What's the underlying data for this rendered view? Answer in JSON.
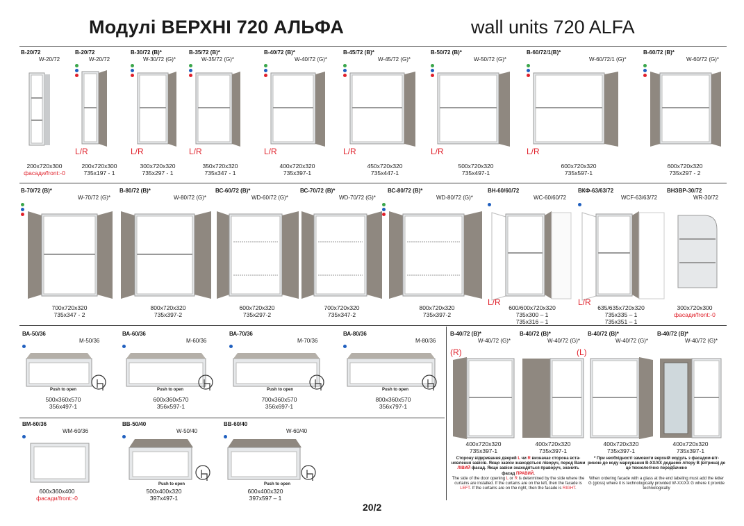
{
  "header": {
    "title_ua": "Модулі ВЕРХНІ 720 АЛЬФА",
    "title_en": "wall units 720 ALFA"
  },
  "row1": [
    {
      "code": "В-20/72",
      "intl": "W-20/72",
      "dims": [
        "200x720x300"
      ],
      "front": "фасади/front:-0"
    },
    {
      "code": "В-20/72",
      "intl": "W-20/72",
      "dims": [
        "200x720x300",
        "735x197 - 1"
      ],
      "lr": "L/R"
    },
    {
      "code": "В-30/72 (В)*",
      "intl": "W-30/72 (G)*",
      "dims": [
        "300x720x320",
        "735x297 - 1"
      ],
      "lr": "L/R"
    },
    {
      "code": "В-35/72 (В)*",
      "intl": "W-35/72 (G)*",
      "dims": [
        "350x720x320",
        "735x347 - 1"
      ],
      "lr": "L/R"
    },
    {
      "code": "В-40/72 (В)*",
      "intl": "W-40/72 (G)*",
      "dims": [
        "400x720x320",
        "735x397-1"
      ],
      "lr": "L/R"
    },
    {
      "code": "В-45/72 (В)*",
      "intl": "W-45/72 (G)*",
      "dims": [
        "450x720x320",
        "735x447-1"
      ],
      "lr": "L/R"
    },
    {
      "code": "В-50/72 (В)*",
      "intl": "W-50/72 (G)*",
      "dims": [
        "500x720x320",
        "735x497-1"
      ],
      "lr": "L/R"
    },
    {
      "code": "В-60/72/1(В)*",
      "intl": "W-60/72/1 (G)*",
      "dims": [
        "600x720x320",
        "735x597-1"
      ],
      "lr": "L/R"
    },
    {
      "code": "В-60/72 (В)*",
      "intl": "W-60/72 (G)*",
      "dims": [
        "600x720x320",
        "735x297 - 2"
      ]
    }
  ],
  "row2": [
    {
      "code": "В-70/72 (В)*",
      "intl": "W-70/72 (G)*",
      "dims": [
        "700x720x320",
        "735x347 - 2"
      ]
    },
    {
      "code": "В-80/72 (В)*",
      "intl": "W-80/72 (G)*",
      "dims": [
        "800x720x320",
        "735x397-2"
      ]
    },
    {
      "code": "ВС-60/72 (В)*",
      "intl": "WD-60/72 (G)*",
      "dims": [
        "600x720x320",
        "735x297-2"
      ]
    },
    {
      "code": "ВС-70/72 (В)*",
      "intl": "WD-70/72 (G)*",
      "dims": [
        "700x720x320",
        "735x347-2"
      ]
    },
    {
      "code": "ВС-80/72 (В)*",
      "intl": "WD-80/72 (G)*",
      "dims": [
        "800x720x320",
        "735x397-2"
      ]
    },
    {
      "code": "ВН-60/60/72",
      "intl": "WC-60/60/72",
      "dims": [
        "600/600x720x320",
        "735x300 – 1",
        "735x316 – 1"
      ],
      "lr": "L/R"
    },
    {
      "code": "ВКФ-63/63/72",
      "intl": "WCF-63/63/72",
      "dims": [
        "635/635x720x320",
        "735x335 – 1",
        "735x351 – 1"
      ],
      "lr": "L/R"
    },
    {
      "code": "ВНЗВР-30/72",
      "intl": "WR-30/72",
      "dims": [
        "300x720x300"
      ],
      "front": "фасади/front:-0"
    }
  ],
  "row3": [
    {
      "code": "ВА-50/36",
      "intl": "M-50/36",
      "dims": [
        "500x360x570",
        "356x497-1"
      ],
      "push": "Push to open"
    },
    {
      "code": "ВА-60/36",
      "intl": "M-60/36",
      "dims": [
        "600x360x570",
        "356x597-1"
      ],
      "push": "Push to open"
    },
    {
      "code": "ВА-70/36",
      "intl": "M-70/36",
      "dims": [
        "700x360x570",
        "356x697-1"
      ],
      "push": "Push to open"
    },
    {
      "code": "ВА-80/36",
      "intl": "M-80/36",
      "dims": [
        "800x360x570",
        "356x797-1"
      ],
      "push": "Push to open"
    }
  ],
  "row4": [
    {
      "code": "ВМ-60/36",
      "intl": "WM-60/36",
      "dims": [
        "600x360x400"
      ],
      "front": "фасади/front:-0"
    },
    {
      "code": "ВВ-50/40",
      "intl": "W-50/40",
      "dims": [
        "500x400x320",
        "397x497-1"
      ],
      "push": "Push to open"
    },
    {
      "code": "ВВ-60/40",
      "intl": "W-60/40",
      "dims": [
        "600x400x320",
        "397x597 – 1"
      ],
      "push": "Push to open"
    }
  ],
  "right": [
    {
      "code": "В-40/72 (В)*",
      "intl": "W-40/72 (G)*",
      "dims": [
        "400x720x320",
        "735x397-1"
      ],
      "tag": "(R)"
    },
    {
      "code": "В-40/72 (В)*",
      "intl": "W-40/72 (G)*",
      "dims": [
        "400x720x320",
        "735x397-1"
      ]
    },
    {
      "code": "В-40/72 (В)*",
      "intl": "W-40/72 (G)*",
      "dims": [
        "400x720x320",
        "735x397-1"
      ],
      "tag": "(L)"
    },
    {
      "code": "В-40/72 (В)*",
      "intl": "W-40/72 (G)*",
      "dims": [
        "400x720x320",
        "735x397-1"
      ]
    }
  ],
  "notes": {
    "left_ua_1": "Сторону відкривання дверей ",
    "left_ua_L": "L",
    "left_ua_2": " чи ",
    "left_ua_R": "R",
    "left_ua_3": " визначає сторона вста-новлення завісів. Якщо завіси знаходяться ліворуч, перед Вами ",
    "left_ua_left": "ЛІВИЙ",
    "left_ua_4": " фасад. Якщо завіси знаходяться праворуч, значить фасад ",
    "left_ua_right": "ПРАВИЙ",
    "left_en_1": "The side of the door opening ",
    "left_en_2": " is determined by the side where the curtains are installed. If the curtains are on the left, then the facade is ",
    "left_en_left": "LEFT",
    "left_en_3": ". If the curtains are on the right, then the facade is ",
    "left_en_right": "RIGHT",
    "right_ua": "* При необхідності замовити верхній модуль з фасадом-віт-риною до коду маркування В-ХХ/ХХ додаємо літеру В (вітрина) де це технологічно передбачено",
    "right_en": "When ordering facade with a glass at the end labeling must add the letter G (gloss) where it is technologically provided W-XX/XX G where it provide technologically"
  },
  "footer": {
    "page": "20/2"
  },
  "colors": {
    "facade": "#8f8880",
    "carcass": "#d9dadc",
    "red": "#e0202a",
    "green": "#3aa64a",
    "blue": "#1f5fbf"
  }
}
